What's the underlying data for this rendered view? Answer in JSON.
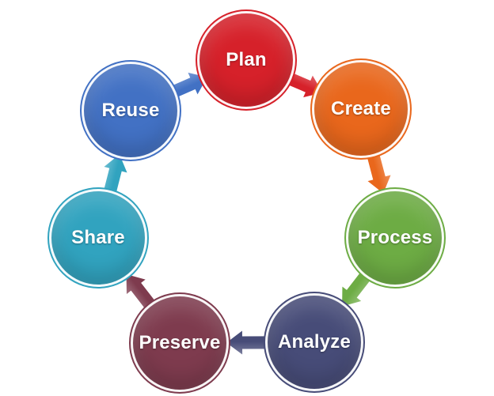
{
  "diagram": {
    "type": "cycle",
    "flow": "clockwise",
    "background_color": "#ffffff",
    "label_text_color": "#ffffff",
    "steps": [
      {
        "label": "Plan",
        "color": "#D6212A"
      },
      {
        "label": "Create",
        "color": "#E9671C"
      },
      {
        "label": "Process",
        "color": "#6DAC44"
      },
      {
        "label": "Analyze",
        "color": "#474C78"
      },
      {
        "label": "Preserve",
        "color": "#7E3B4E"
      },
      {
        "label": "Share",
        "color": "#31A3BF"
      },
      {
        "label": "Reuse",
        "color": "#4271C4"
      }
    ],
    "arrows": [
      {
        "from": "Plan",
        "to": "Create",
        "color": "#D6212A"
      },
      {
        "from": "Create",
        "to": "Process",
        "color": "#E9671C"
      },
      {
        "from": "Process",
        "to": "Analyze",
        "color": "#6DAC44"
      },
      {
        "from": "Analyze",
        "to": "Preserve",
        "color": "#474C78"
      },
      {
        "from": "Preserve",
        "to": "Share",
        "color": "#7E3B4E"
      },
      {
        "from": "Share",
        "to": "Reuse",
        "color": "#31A3BF"
      },
      {
        "from": "Reuse",
        "to": "Plan",
        "color": "#4271C4"
      }
    ]
  }
}
